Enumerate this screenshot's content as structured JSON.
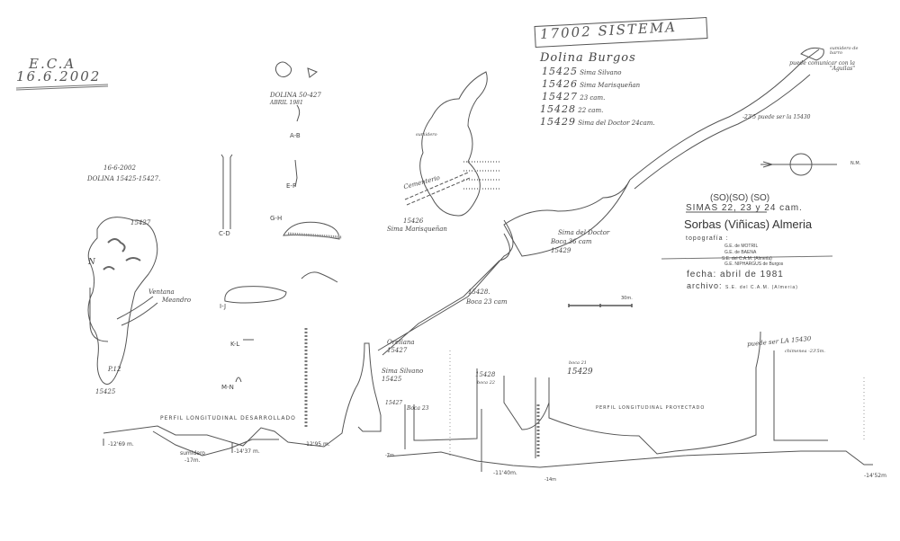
{
  "header_note": {
    "initials": "E.C.A",
    "date": "16.6.2002"
  },
  "left_sheet": {
    "dolina_sketch": {
      "title": "DOLINA 50-427",
      "date": "ABRIL 1981"
    },
    "plan_title": {
      "date": "16-6-2002",
      "name": "DOLINA 15425-15427."
    },
    "plan_labels": {
      "cave_15427": "15427",
      "window": "Ventana",
      "meander": "Meandro",
      "pit": "P.12",
      "cave_15425": "15425",
      "north": "N"
    },
    "sections": [
      "A-B",
      "E-F",
      "C-D",
      "G-H",
      "I-J",
      "K-L",
      "M-N"
    ],
    "profile": {
      "title": "PERFIL LONGITUDINAL DESARROLLADO",
      "depth_start": "-12'69 m.",
      "sink_label": "sumidero",
      "sink_depth": "-17m.",
      "depth_mid": "-14'37 m.",
      "depth_end": "-12'95 m."
    }
  },
  "right_sheet": {
    "system_title": "17002 SISTEMA",
    "dolina": "Dolina Burgos",
    "cave_list": [
      {
        "code": "15425",
        "name": "Sima Silvano"
      },
      {
        "code": "15426",
        "name": "Sima Marisqueñan"
      },
      {
        "code": "15427",
        "name": "23 cam."
      },
      {
        "code": "15428",
        "name": "22 cam."
      },
      {
        "code": "15429",
        "name": "Sima del Doctor 24cam."
      }
    ],
    "plan_labels": {
      "sumidero_top": "sumidero",
      "cementerio": "Cementerio",
      "marisquenan_code": "15426",
      "marisquenan": "Sima Marisqueñan",
      "doctor": "Sima del Doctor",
      "doctor_boca": "Boca 36 cam",
      "doctor_code": "15429",
      "c15428": "15428.",
      "c15428_boca": "Boca 23 cam",
      "orellana": "Orellana",
      "orellana_code": "15427",
      "silvano": "Sima Silvano",
      "silvano_code": "15425",
      "sumidero_barro": "sumidero de barro",
      "comunicar": "puede comunicar con la \"Aguilas\"",
      "puede_15430": "-23'5 puede ser la 15430",
      "north_mark": "N.M.",
      "scale": "30m."
    },
    "info": {
      "so_marks": "(SO)(SO) (SO)",
      "simas": "SIMAS 22, 23 y 24 cam.",
      "location": "Sorbas (Viñicas) Almeria",
      "topografia_label": "topografía :",
      "teams": [
        "G.E. de MOTRIL",
        "G.E. de BAENA",
        "S.E. del C.A.M. (Almeria)",
        "G.E. NIPHARGUS de Burgos"
      ],
      "fecha_label": "fecha:",
      "fecha": "abril de 1981",
      "archivo_label": "archivo:",
      "archivo": "S.E. del C.A.M. (Almeria)"
    },
    "profile": {
      "title": "PERFIL LONGITUDINAL PROYECTADO",
      "c15427": "15427",
      "boca23": "Boca 23",
      "c15428": "15428",
      "boca22": "boca 22",
      "boca21": "boca 21",
      "c15429": "15429",
      "puede": "puede ser LA 15430",
      "chimenea": "chimenea -23'5m.",
      "d7": "-7m",
      "d1140": "-11'40m.",
      "d14": "-14m",
      "d1452": "-14'52m"
    }
  }
}
